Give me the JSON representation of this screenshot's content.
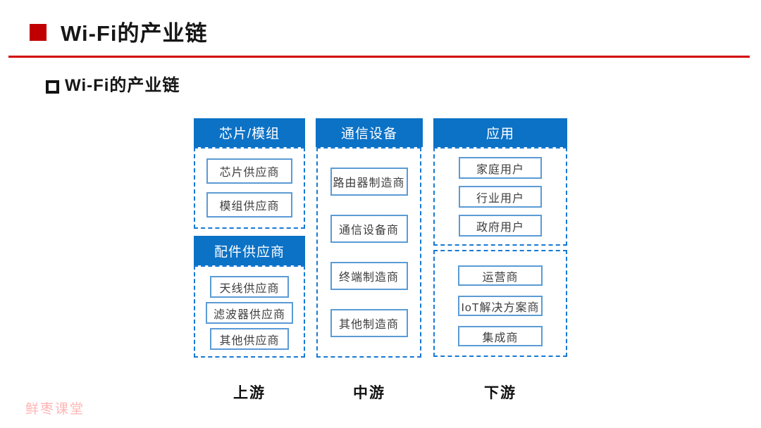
{
  "header": {
    "title": "Wi-Fi的产业链"
  },
  "section": {
    "subtitle": "Wi-Fi的产业链"
  },
  "diagram": {
    "columns": [
      {
        "stage_label": "上游",
        "groups": [
          {
            "header": "芯片/模组",
            "items": [
              "芯片供应商",
              "模组供应商"
            ]
          },
          {
            "header": "配件供应商",
            "items": [
              "天线供应商",
              "滤波器供应商",
              "其他供应商"
            ]
          }
        ]
      },
      {
        "stage_label": "中游",
        "groups": [
          {
            "header": "通信设备",
            "items": [
              "路由器制造商",
              "通信设备商",
              "终端制造商",
              "其他制造商"
            ]
          }
        ]
      },
      {
        "stage_label": "下游",
        "groups": [
          {
            "header": "应用",
            "items": [
              "家庭用户",
              "行业用户",
              "政府用户"
            ]
          },
          {
            "header": "",
            "items": [
              "运营商",
              "IoT解决方案商",
              "集成商"
            ]
          }
        ]
      }
    ]
  },
  "footer": {
    "brand": "鲜枣课堂"
  },
  "colors": {
    "accent-red": "#C00000",
    "divider-red": "#D40000",
    "header-blue": "#0C72C6",
    "dash-blue": "#1779D4",
    "box-border-blue": "#5B9BD5",
    "text-dark": "#3D3D3D",
    "footer-pink": "#FFB5B5"
  }
}
